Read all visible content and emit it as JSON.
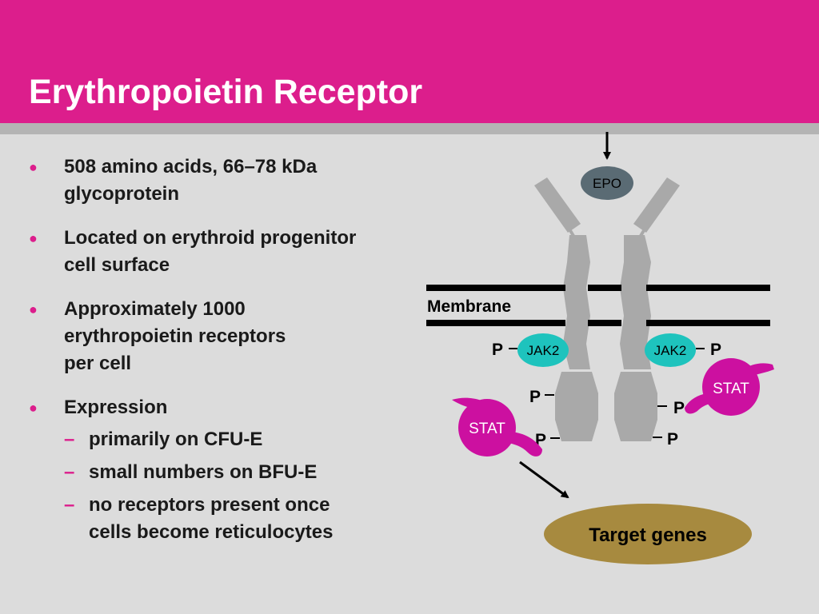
{
  "slide": {
    "title": "Erythropoietin Receptor",
    "colors": {
      "accent": "#dc1e8c",
      "background": "#dcdcdc",
      "rule": "#b4b4b4"
    }
  },
  "bullets": [
    {
      "lines": [
        "508 amino acids, 66–78 kDa",
        "glycoprotein"
      ]
    },
    {
      "lines": [
        "Located on erythroid progenitor",
        "cell surface"
      ]
    },
    {
      "lines": [
        "Approximately 1000",
        "erythropoietin receptors",
        "per cell"
      ]
    },
    {
      "lines": [
        "Expression"
      ],
      "sub": [
        {
          "dash": "–",
          "lines": [
            "primarily on CFU-E"
          ]
        },
        {
          "dash": "–",
          "lines": [
            "small numbers on BFU-E"
          ]
        },
        {
          "dash": "–",
          "lines": [
            "no receptors present once",
            "cells become reticulocytes"
          ]
        }
      ]
    }
  ],
  "diagram": {
    "epo": "EPO",
    "membrane": "Membrane",
    "jak_left": "JAK2",
    "jak_right": "JAK2",
    "stat_left": "STAT",
    "stat_right": "STAT",
    "phospho": "P",
    "target": "Target genes",
    "colors": {
      "receptor": "#a9a9a9",
      "epo": "#5a6b74",
      "jak": "#1ec3bd",
      "stat": "#cc10a0",
      "target": "#a78a3f"
    }
  }
}
